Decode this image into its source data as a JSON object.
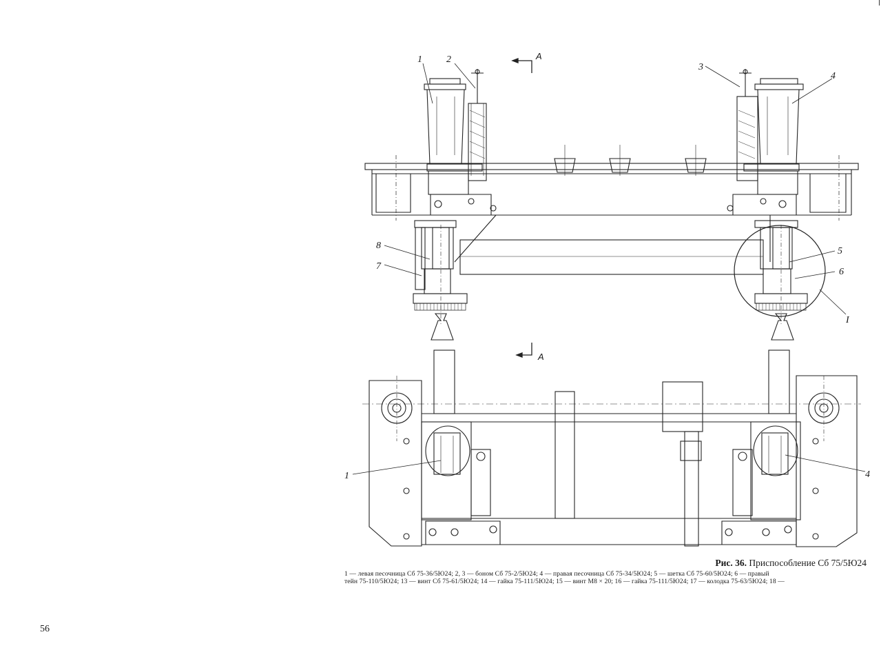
{
  "figure": {
    "view_label_top": "A",
    "view_label_bottom": "A",
    "section_label": "I",
    "callouts": {
      "c1": "1",
      "c2": "2",
      "c3": "3",
      "c4": "4",
      "c5": "5",
      "c6": "6",
      "c7": "7",
      "c8": "8",
      "c1_plan": "1",
      "c4_plan": "4"
    }
  },
  "caption": {
    "fig_number": "Рис. 36.",
    "fig_title": "Приспособление Сб 75/5Ю24",
    "line1": "1 — левая песочница Сб 75-36/5Ю24;  2, 3 — боном Сб 75-2/5Ю24;  4 — правая песочница Сб 75-34/5Ю24; 5 — шетка Сб 75-60/5Ю24; 6 — правый",
    "line2": "тейн 75-110/5Ю24; 13 — винт Сб 75-61/5Ю24; 14 — гайка 75-111/5Ю24; 15 — винт М8 × 20; 16 — гайка 75-111/5Ю24; 17 — колодка 75-63/5Ю24; 18 —"
  },
  "page_number": "56"
}
